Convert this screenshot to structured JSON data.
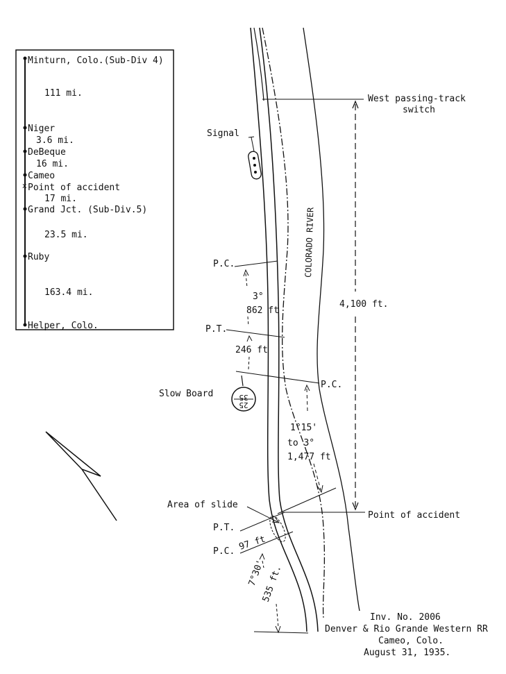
{
  "route": {
    "stations": [
      {
        "name": "Minturn, Colo.(Sub-Div 4)"
      },
      {
        "name": "Niger"
      },
      {
        "name": "DeBeque"
      },
      {
        "name": "Cameo"
      },
      {
        "name": "Point of accident"
      },
      {
        "name": "Grand Jct. (Sub-Div.5)"
      },
      {
        "name": "Ruby"
      },
      {
        "name": "Helper, Colo."
      }
    ],
    "distances": [
      "111 mi.",
      "3.6 mi.",
      "16 mi.",
      "17 mi.",
      "23.5 mi.",
      "163.4 mi."
    ]
  },
  "labels": {
    "west_switch_1": "West passing-track",
    "west_switch_2": "switch",
    "signal": "Signal",
    "river": "COLORADO RIVER",
    "total_distance": "4,100 ft.",
    "pc1": "P.C.",
    "curve1_degree": "3°",
    "curve1_length": "862 ft",
    "pt1": "P.T.",
    "tangent1": "246 ft",
    "slow_board": "Slow Board",
    "slow_board_top": "35",
    "slow_board_bottom": "25",
    "pc2": "P.C.",
    "curve2_line1": "1°15'",
    "curve2_line2": "to 3°",
    "curve2_line3": "1,477 ft",
    "area_of_slide": "Area of slide",
    "point_of_accident": "Point of accident",
    "pt2": "P.T.",
    "pc3": "P.C.",
    "tangent2": "97 ft",
    "curve3_degree": "7°30'",
    "curve3_length": "535 ft."
  },
  "caption": {
    "line1": "Inv. No. 2006",
    "line2": "Denver & Rio Grande Western RR",
    "line3": "Cameo, Colo.",
    "line4": "August 31, 1935."
  }
}
